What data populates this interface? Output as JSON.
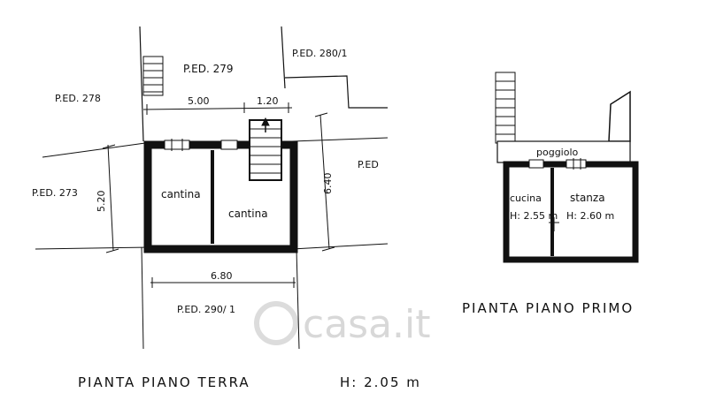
{
  "ground_floor": {
    "title": "PIANTA  PIANO  TERRA",
    "height_label": "H: 2.05 m",
    "parcels": {
      "p279": "P.ED. 279",
      "p280": "P.ED. 280/1",
      "p278": "P.ED. 278",
      "p273": "P.ED. 273",
      "p_right": "P.ED",
      "p290": "P.ED. 290/ 1"
    },
    "dimensions": {
      "width_top": "5.00",
      "stair_width": "1.20",
      "depth_left": "5.20",
      "depth_right": "6.40",
      "width_bottom": "6.80"
    },
    "rooms": {
      "left": "cantina",
      "right": "cantina"
    }
  },
  "first_floor": {
    "title": "PIANTA  PIANO  PRIMO",
    "rooms": {
      "balcony": "poggiolo",
      "kitchen": "cucina",
      "kitchen_height": "H: 2.55 m",
      "room": "stanza",
      "room_height": "H: 2.60 m"
    }
  },
  "watermark": "casa.it"
}
